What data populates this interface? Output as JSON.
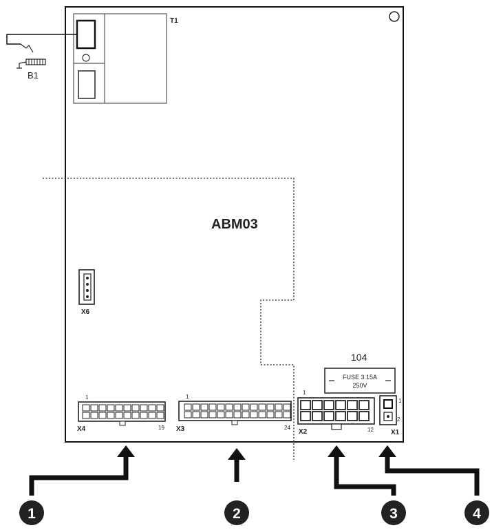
{
  "board": {
    "name": "ABM03",
    "transformer_label": "T1",
    "sensor_label": "B1",
    "fuse_group_label": "104",
    "fuse_text_1": "FUSE 3.15A",
    "fuse_text_2": "250V"
  },
  "connectors": {
    "x6": {
      "label": "X6"
    },
    "x4": {
      "label": "X4",
      "pin_first": "1",
      "pin_last": "19"
    },
    "x3": {
      "label": "X3",
      "pin_first": "1",
      "pin_last": "24"
    },
    "x2": {
      "label": "X2",
      "pin_first": "1",
      "pin_last": "12"
    },
    "x1": {
      "label": "X1",
      "pin_first": "1",
      "pin_last": "2"
    }
  },
  "callouts": [
    {
      "label": "1"
    },
    {
      "label": "2"
    },
    {
      "label": "3"
    },
    {
      "label": "4"
    }
  ]
}
